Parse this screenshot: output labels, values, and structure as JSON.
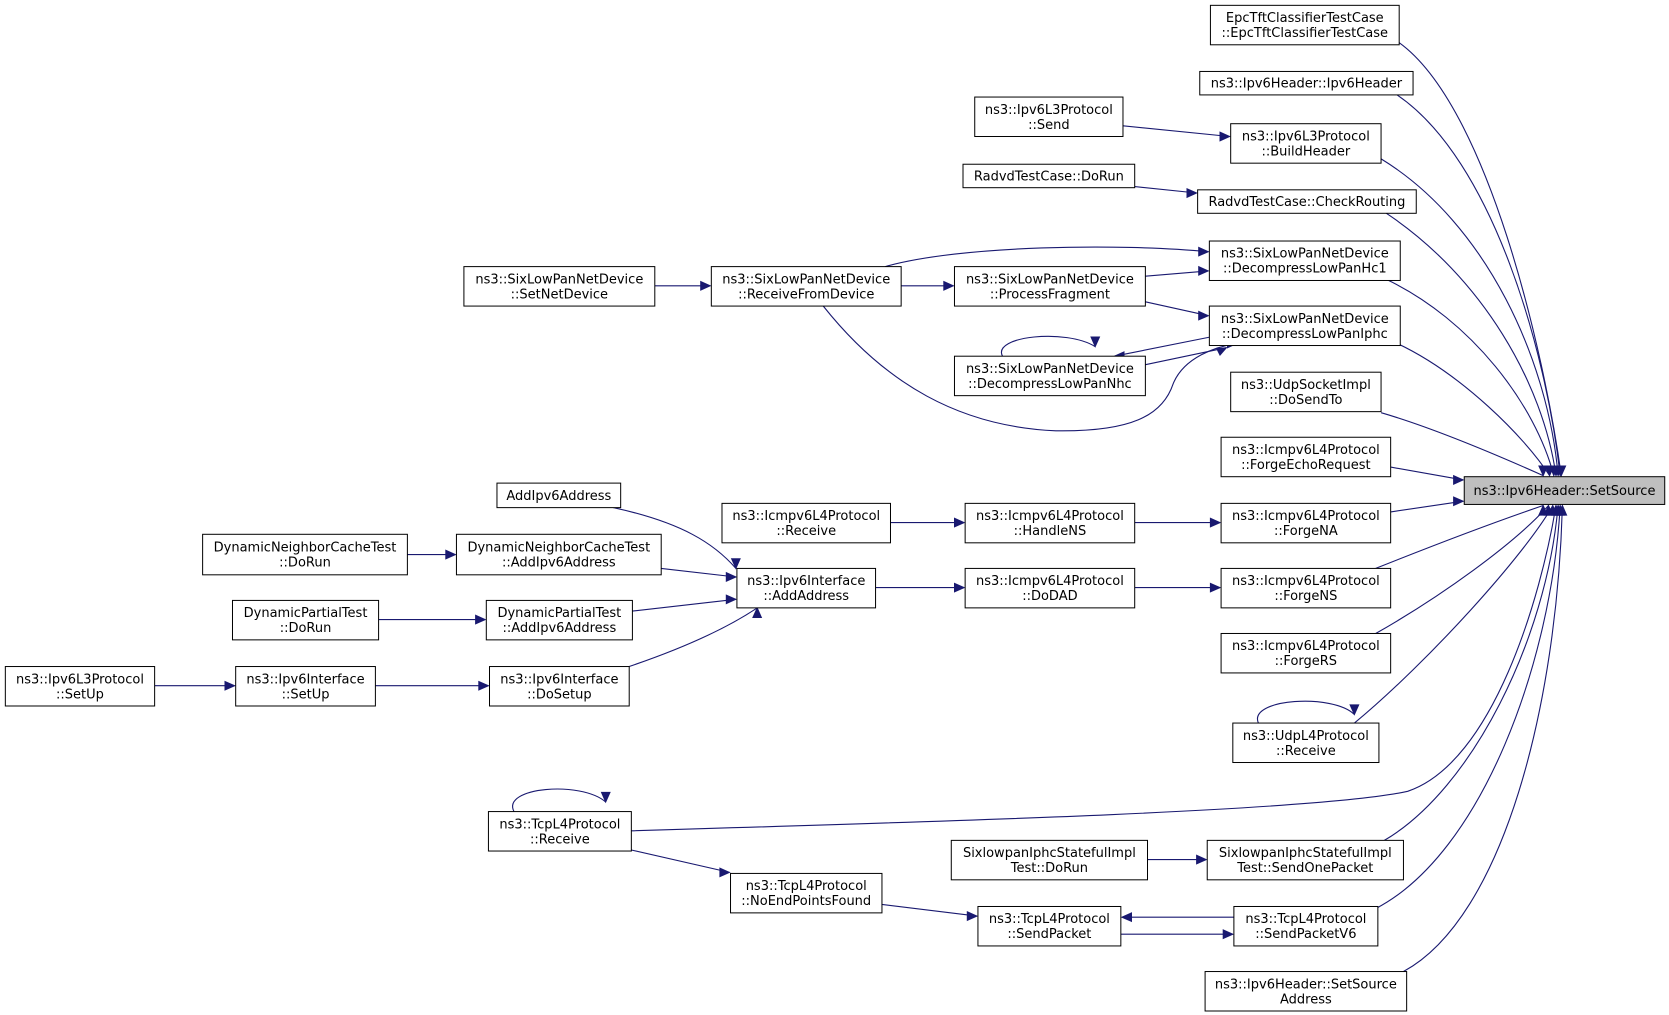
{
  "title": "ns3::Ipv6Header::SetSource caller graph",
  "target": "ns3::Ipv6Header::SetSource",
  "edge_color": "#191970",
  "target_fill": "#bfbfbf",
  "nodes": {
    "target": [
      "ns3::Ipv6Header::SetSource"
    ],
    "epc": [
      "EpcTftClassifierTestCase",
      "::EpcTftClassifierTestCase"
    ],
    "ipv6hdr": [
      "ns3::Ipv6Header::Ipv6Header"
    ],
    "l3send": [
      "ns3::Ipv6L3Protocol",
      "::Send"
    ],
    "buildhdr": [
      "ns3::Ipv6L3Protocol",
      "::BuildHeader"
    ],
    "radvdrun": [
      "RadvdTestCase::DoRun"
    ],
    "checkrouting": [
      "RadvdTestCase::CheckRouting"
    ],
    "sixsetnet": [
      "ns3::SixLowPanNetDevice",
      "::SetNetDevice"
    ],
    "sixrecv": [
      "ns3::SixLowPanNetDevice",
      "::ReceiveFromDevice"
    ],
    "sixfrag": [
      "ns3::SixLowPanNetDevice",
      "::ProcessFragment"
    ],
    "sixhc1": [
      "ns3::SixLowPanNetDevice",
      "::DecompressLowPanHc1"
    ],
    "sixiphc": [
      "ns3::SixLowPanNetDevice",
      "::DecompressLowPanIphc"
    ],
    "sixnhc": [
      "ns3::SixLowPanNetDevice",
      "::DecompressLowPanNhc"
    ],
    "udpsend": [
      "ns3::UdpSocketImpl",
      "::DoSendTo"
    ],
    "forgeecho": [
      "ns3::Icmpv6L4Protocol",
      "::ForgeEchoRequest"
    ],
    "icmprecv": [
      "ns3::Icmpv6L4Protocol",
      "::Receive"
    ],
    "handlens": [
      "ns3::Icmpv6L4Protocol",
      "::HandleNS"
    ],
    "forgena": [
      "ns3::Icmpv6L4Protocol",
      "::ForgeNA"
    ],
    "addv6": [
      "AddIpv6Address"
    ],
    "dncrun": [
      "DynamicNeighborCacheTest",
      "::DoRun"
    ],
    "dncadd": [
      "DynamicNeighborCacheTest",
      "::AddIpv6Address"
    ],
    "ifaddaddr": [
      "ns3::Ipv6Interface",
      "::AddAddress"
    ],
    "dodad": [
      "ns3::Icmpv6L4Protocol",
      "::DoDAD"
    ],
    "forgens": [
      "ns3::Icmpv6L4Protocol",
      "::ForgeNS"
    ],
    "dprun": [
      "DynamicPartialTest",
      "::DoRun"
    ],
    "dpadd": [
      "DynamicPartialTest",
      "::AddIpv6Address"
    ],
    "forgers": [
      "ns3::Icmpv6L4Protocol",
      "::ForgeRS"
    ],
    "l3setup": [
      "ns3::Ipv6L3Protocol",
      "::SetUp"
    ],
    "ifsetup": [
      "ns3::Ipv6Interface",
      "::SetUp"
    ],
    "ifdosetup": [
      "ns3::Ipv6Interface",
      "::DoSetup"
    ],
    "udprecv": [
      "ns3::UdpL4Protocol",
      "::Receive"
    ],
    "tcprecv": [
      "ns3::TcpL4Protocol",
      "::Receive"
    ],
    "iphcrun": [
      "SixlowpanIphcStatefulImpl",
      "Test::DoRun"
    ],
    "iphcsend": [
      "SixlowpanIphcStatefulImpl",
      "Test::SendOnePacket"
    ],
    "noend": [
      "ns3::TcpL4Protocol",
      "::NoEndPointsFound"
    ],
    "tcpsend": [
      "ns3::TcpL4Protocol",
      "::SendPacket"
    ],
    "tcpsendv6": [
      "ns3::TcpL4Protocol",
      "::SendPacketV6"
    ],
    "setsrcaddr": [
      "ns3::Ipv6Header::SetSource",
      "Address"
    ]
  }
}
